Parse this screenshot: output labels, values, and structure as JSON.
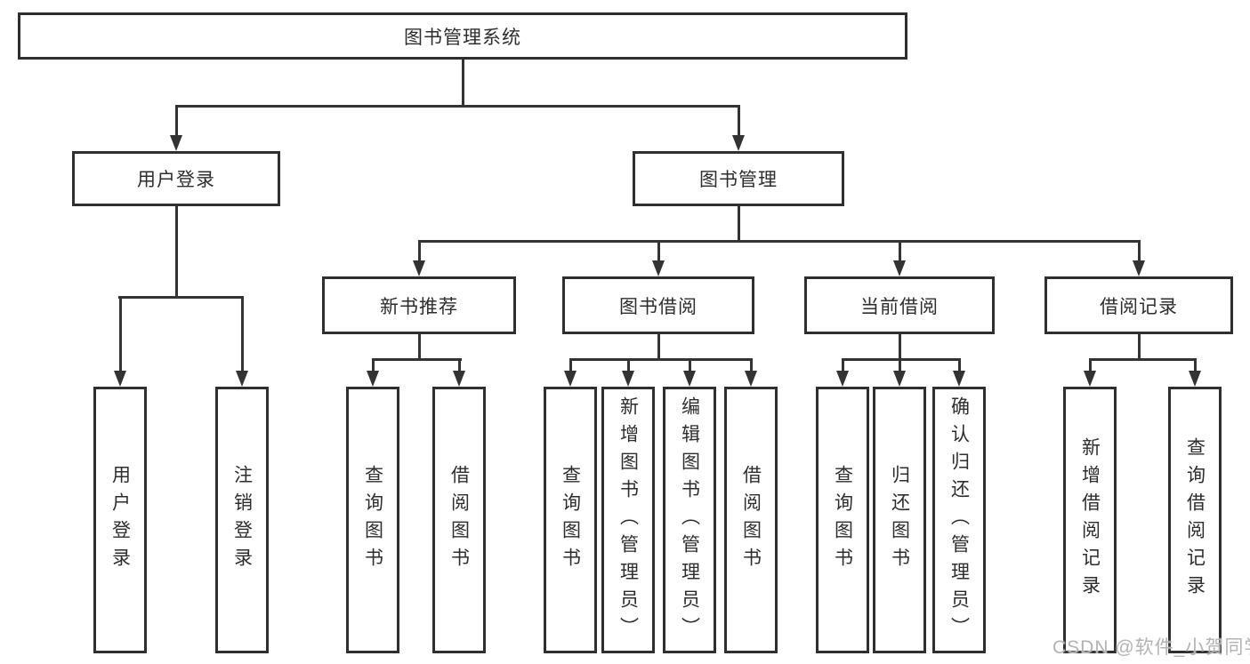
{
  "colors": {
    "line": "#333333",
    "border": "#2f2f2f",
    "text": "#2d2d2d",
    "background": "#ffffff",
    "watermark": "#b3b3b3"
  },
  "nodes": {
    "root": "图书管理系统",
    "userLogin": "用户登录",
    "bookMgmt": "图书管理",
    "newBooks": "新书推荐",
    "bookBorrow": "图书借阅",
    "currentBorrow": "当前借阅",
    "borrowRecords": "借阅记录",
    "leafUserLogin": "用户登录",
    "leafLogout": "注销登录",
    "leafNbQuery": "查询图书",
    "leafNbBorrow": "借阅图书",
    "leafBbQuery": "查询图书",
    "leafBbAdd": "新增图书（管理员）",
    "leafBbEdit": "编辑图书（管理员）",
    "leafBbBorrow": "借阅图书",
    "leafCbQuery": "查询图书",
    "leafCbReturn": "归还图书",
    "leafCbConfirm": "确认归还（管理员）",
    "leafBrAdd": "新增借阅记录",
    "leafBrQuery": "查询借阅记录"
  },
  "watermark": {
    "text": "CSDN @软件_小贺同学"
  }
}
